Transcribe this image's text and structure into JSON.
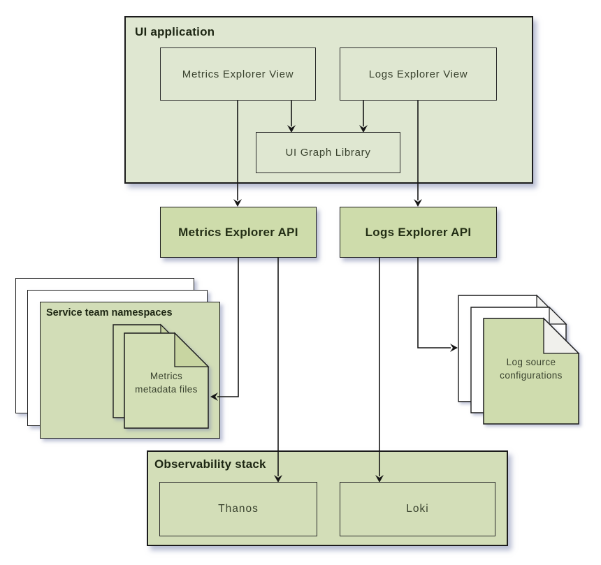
{
  "ui_application": {
    "title": "UI application",
    "boxes": {
      "metrics_view": "Metrics Explorer View",
      "logs_view": "Logs Explorer View",
      "graph_library": "UI Graph Library"
    }
  },
  "apis": {
    "metrics": "Metrics Explorer API",
    "logs": "Logs Explorer API"
  },
  "service_team_namespaces": {
    "title": "Service team namespaces",
    "document": "Metrics metadata files"
  },
  "log_source_configurations": {
    "document": "Log source configurations"
  },
  "observability_stack": {
    "title": "Observability stack",
    "boxes": {
      "thanos": "Thanos",
      "loki": "Loki"
    }
  },
  "colors": {
    "light_green": "#dfe7d1",
    "medium_green": "#d2ddb7",
    "api_green": "#cedcab",
    "doc_fold_dark": "#c8d5a1",
    "doc_fold_light": "#f0f0ec",
    "border": "#1c1c1c",
    "shadow": "rgba(125,135,175,0.5)"
  }
}
